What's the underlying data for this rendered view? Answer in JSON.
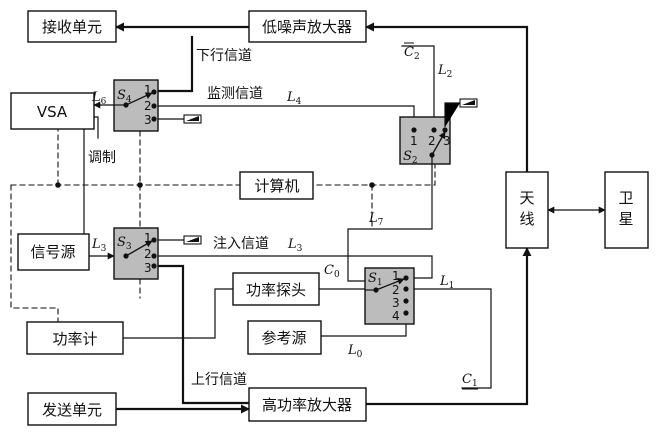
{
  "colors": {
    "line": "#111111",
    "switch_fill": "#bcbcbc",
    "box_fill": "#ffffff"
  },
  "blocks": {
    "receiver": "接收单元",
    "lna": "低噪声放大器",
    "vsa": "VSA",
    "computer": "计算机",
    "signal_source": "信号源",
    "power_probe": "功率探头",
    "reference_source": "参考源",
    "power_meter": "功率计",
    "transmitter": "发送单元",
    "hpa": "高功率放大器",
    "antenna": "天线",
    "satellite": "卫星"
  },
  "switches": {
    "s4": {
      "name": "S",
      "sub": "4",
      "ports": [
        "1",
        "2",
        "3"
      ]
    },
    "s3": {
      "name": "S",
      "sub": "3",
      "ports": [
        "1",
        "2",
        "3"
      ]
    },
    "s2": {
      "name": "S",
      "sub": "2",
      "ports": [
        "1",
        "2",
        "3"
      ]
    },
    "s1": {
      "name": "S",
      "sub": "1",
      "ports": [
        "1",
        "2",
        "3",
        "4"
      ]
    }
  },
  "labels": {
    "downlink": "下行信道",
    "monitor": "监测信道",
    "modulation": "调制",
    "injection": "注入信道",
    "uplink": "上行信道"
  },
  "symbols": {
    "L6": {
      "m": "L",
      "s": "6"
    },
    "L4": {
      "m": "L",
      "s": "4"
    },
    "L2": {
      "m": "L",
      "s": "2"
    },
    "C2": {
      "m": "C",
      "s": "2"
    },
    "L3a": {
      "m": "L",
      "s": "3"
    },
    "L3b": {
      "m": "L",
      "s": "3"
    },
    "L7": {
      "m": "L",
      "s": "7"
    },
    "C0": {
      "m": "C",
      "s": "0"
    },
    "L1": {
      "m": "L",
      "s": "1"
    },
    "L0": {
      "m": "L",
      "s": "0"
    },
    "C1": {
      "m": "C",
      "s": "1"
    }
  }
}
